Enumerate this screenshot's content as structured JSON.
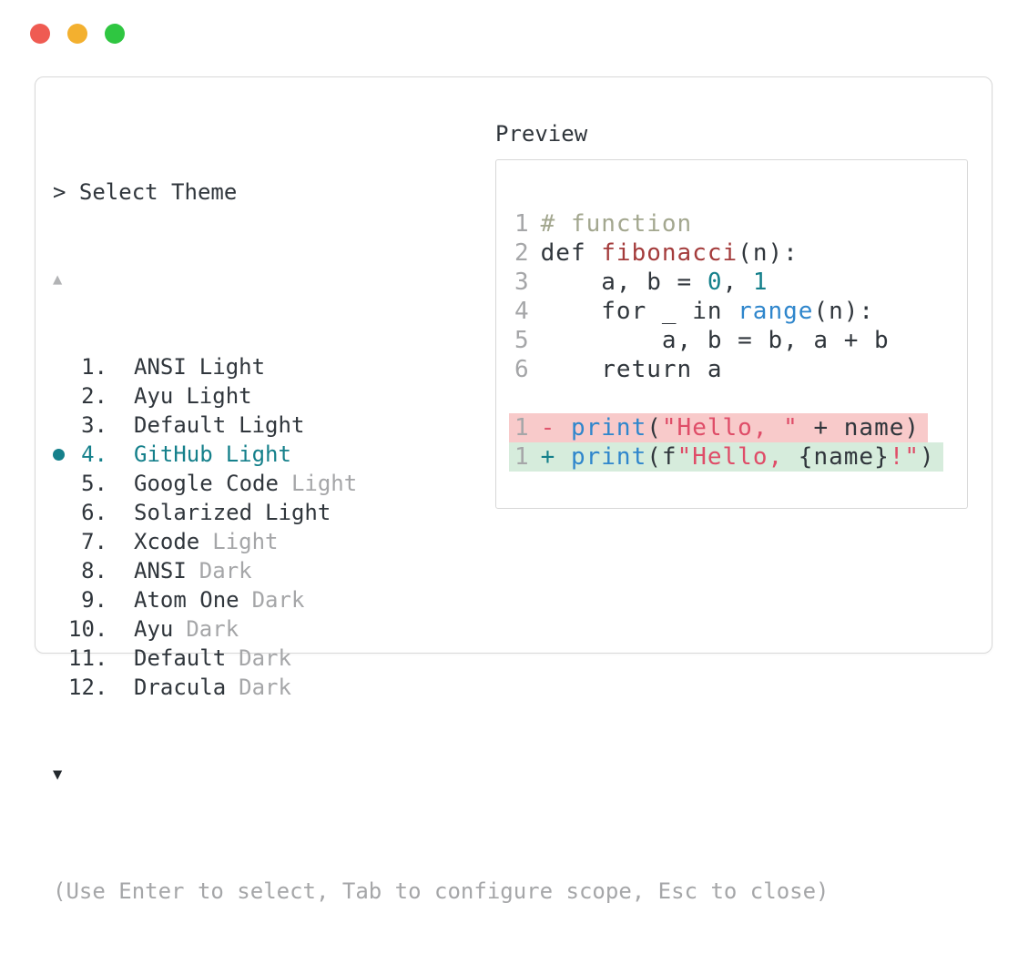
{
  "window_controls": {
    "close_color": "#ef5b52",
    "minimize_color": "#f3b02f",
    "zoom_color": "#2fc641"
  },
  "theme_picker": {
    "prompt": "> Select Theme",
    "scroll_up_symbol": "▲",
    "scroll_down_symbol": "▼",
    "items": [
      {
        "number": "1",
        "name": "ANSI",
        "variant": "Light",
        "muted_variant": false,
        "selected": false
      },
      {
        "number": "2",
        "name": "Ayu",
        "variant": "Light",
        "muted_variant": false,
        "selected": false
      },
      {
        "number": "3",
        "name": "Default",
        "variant": "Light",
        "muted_variant": false,
        "selected": false
      },
      {
        "number": "4",
        "name": "GitHub",
        "variant": "Light",
        "muted_variant": false,
        "selected": true
      },
      {
        "number": "5",
        "name": "Google Code",
        "variant": "Light",
        "muted_variant": true,
        "selected": false
      },
      {
        "number": "6",
        "name": "Solarized",
        "variant": "Light",
        "muted_variant": false,
        "selected": false
      },
      {
        "number": "7",
        "name": "Xcode",
        "variant": "Light",
        "muted_variant": true,
        "selected": false
      },
      {
        "number": "8",
        "name": "ANSI",
        "variant": "Dark",
        "muted_variant": true,
        "selected": false
      },
      {
        "number": "9",
        "name": "Atom One",
        "variant": "Dark",
        "muted_variant": true,
        "selected": false
      },
      {
        "number": "10",
        "name": "Ayu",
        "variant": "Dark",
        "muted_variant": true,
        "selected": false
      },
      {
        "number": "11",
        "name": "Default",
        "variant": "Dark",
        "muted_variant": true,
        "selected": false
      },
      {
        "number": "12",
        "name": "Dracula",
        "variant": "Dark",
        "muted_variant": true,
        "selected": false
      }
    ],
    "help_text": "(Use Enter to select, Tab to configure scope, Esc to close)"
  },
  "preview": {
    "label": "Preview",
    "lines": [
      {
        "num": "1",
        "tokens": [
          {
            "text": "# function",
            "color": "comment"
          }
        ]
      },
      {
        "num": "2",
        "tokens": [
          {
            "text": "def ",
            "color": "plain"
          },
          {
            "text": "fibonacci",
            "color": "function"
          },
          {
            "text": "(n):",
            "color": "plain"
          }
        ]
      },
      {
        "num": "3",
        "tokens": [
          {
            "text": "    a, b = ",
            "color": "plain"
          },
          {
            "text": "0",
            "color": "number"
          },
          {
            "text": ", ",
            "color": "plain"
          },
          {
            "text": "1",
            "color": "number"
          }
        ]
      },
      {
        "num": "4",
        "tokens": [
          {
            "text": "    for _ in ",
            "color": "plain"
          },
          {
            "text": "range",
            "color": "builtin"
          },
          {
            "text": "(n):",
            "color": "plain"
          }
        ]
      },
      {
        "num": "5",
        "tokens": [
          {
            "text": "        a, b = b, a + b",
            "color": "plain"
          }
        ]
      },
      {
        "num": "6",
        "tokens": [
          {
            "text": "    return a",
            "color": "plain"
          }
        ]
      },
      {
        "num": "",
        "tokens": []
      },
      {
        "num": "1",
        "diff": "deleted",
        "tokens": [
          {
            "text": "- ",
            "color": "deleted-sign"
          },
          {
            "text": "print",
            "color": "builtin"
          },
          {
            "text": "(",
            "color": "plain"
          },
          {
            "text": "\"Hello, \"",
            "color": "string"
          },
          {
            "text": " + name)",
            "color": "plain"
          }
        ]
      },
      {
        "num": "1",
        "diff": "added",
        "tokens": [
          {
            "text": "+ ",
            "color": "added-sign"
          },
          {
            "text": "print",
            "color": "builtin"
          },
          {
            "text": "(f",
            "color": "plain"
          },
          {
            "text": "\"Hello, ",
            "color": "string"
          },
          {
            "text": "{name}",
            "color": "plain"
          },
          {
            "text": "!\"",
            "color": "string"
          },
          {
            "text": ")",
            "color": "plain"
          }
        ]
      }
    ]
  },
  "colors": {
    "accent_teal": "#15808b",
    "text_dark": "#30363c",
    "text_muted": "#a5a6a8",
    "comment_olive": "#a3a78f",
    "function_red": "#a43c3c",
    "builtin_blue": "#2f86cc",
    "string_crimson": "#df4d68",
    "deleted_bg": "#f8caca",
    "added_bg": "#d6ecdc",
    "border_gray": "#d8d8d8"
  }
}
